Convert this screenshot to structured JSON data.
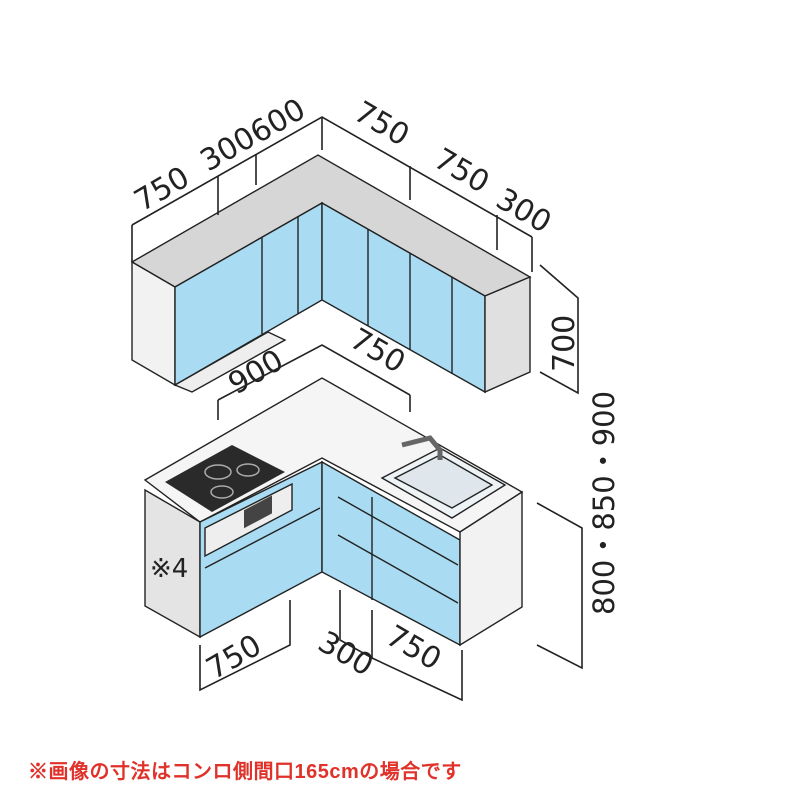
{
  "upper_dimensions": {
    "left_widths": [
      "750",
      "300",
      "600"
    ],
    "right_widths": [
      "750",
      "750",
      "300"
    ],
    "height": "700"
  },
  "lower_dimensions": {
    "top_widths": [
      "900",
      "750"
    ],
    "bottom_left_width": "750",
    "bottom_right_widths": [
      "300",
      "750"
    ],
    "height": "800・850・900",
    "side_label": "※4"
  },
  "colors": {
    "front": "#a9dcf3",
    "top": "#d4d4d4",
    "side": "#e6e6e6",
    "note": "#e0322a"
  },
  "footnote": "※画像の寸法はコンロ側間口165cmの場合です"
}
